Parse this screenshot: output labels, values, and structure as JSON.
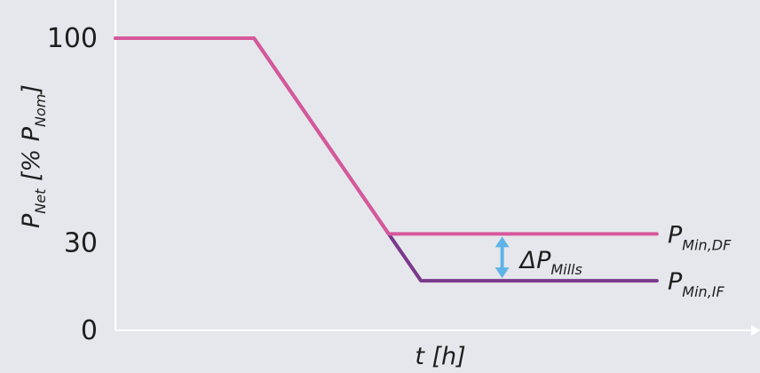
{
  "chart_data": {
    "type": "line",
    "ylabel": {
      "main": "P",
      "sub": "Net",
      "rest": " [% P",
      "sub2": "Nom",
      "end": "]"
    },
    "xlabel": "t [h]",
    "ylim": [
      0,
      100
    ],
    "ytick_labels": [
      "100",
      "30",
      "0"
    ],
    "yticks": [
      100,
      30,
      0
    ],
    "colors": {
      "df": "#d6589b",
      "if": "#7a3a8c",
      "arrow": "#5eb4e6",
      "axis": "#ffffff"
    },
    "series": [
      {
        "key": "df",
        "label_main": "P",
        "label_sub": "Min,DF",
        "x": [
          0,
          0.215,
          0.424,
          0.84
        ],
        "y": [
          100,
          100,
          33,
          33
        ]
      },
      {
        "key": "if",
        "label_main": "P",
        "label_sub": "Min,IF",
        "x": [
          0,
          0.215,
          0.424,
          0.474,
          0.84
        ],
        "y": [
          100,
          100,
          33,
          17,
          17
        ]
      }
    ],
    "annotation": {
      "main": "ΔP",
      "sub": "Mills",
      "x": 0.6,
      "y_from": 33,
      "y_to": 17
    }
  }
}
